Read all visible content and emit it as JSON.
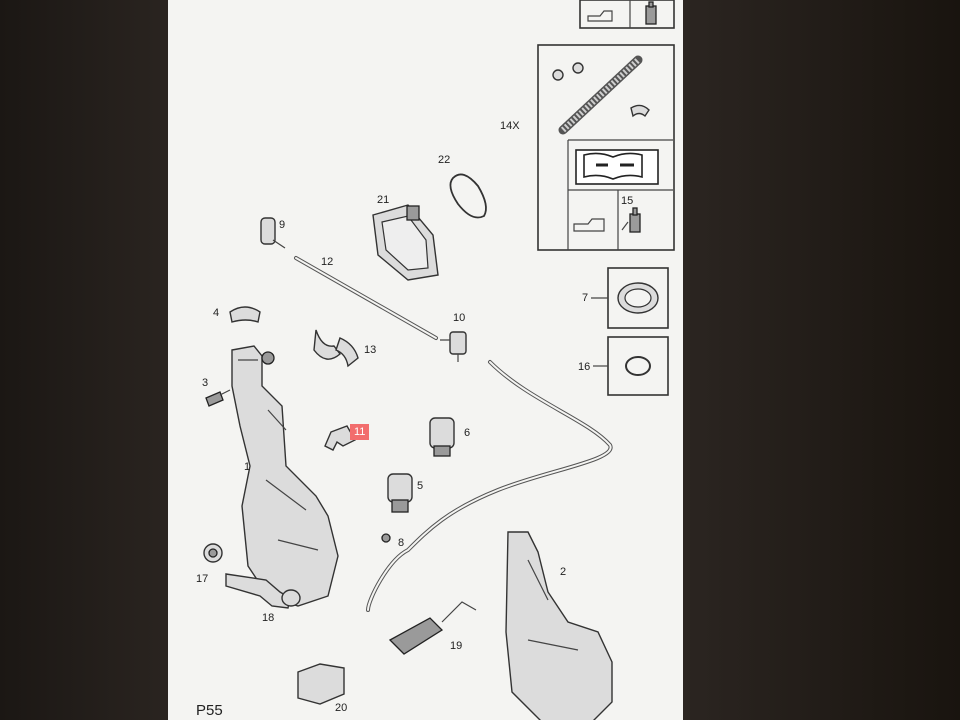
{
  "page_code": "P55",
  "highlight_color": "#f26d6d",
  "callouts": [
    {
      "key": "c1",
      "text": "1"
    },
    {
      "key": "c2",
      "text": "2"
    },
    {
      "key": "c3",
      "text": "3"
    },
    {
      "key": "c4",
      "text": "4"
    },
    {
      "key": "c5",
      "text": "5"
    },
    {
      "key": "c6",
      "text": "6"
    },
    {
      "key": "c7",
      "text": "7"
    },
    {
      "key": "c8",
      "text": "8"
    },
    {
      "key": "c9",
      "text": "9"
    },
    {
      "key": "c10",
      "text": "10"
    },
    {
      "key": "c11",
      "text": "11",
      "highlighted": true
    },
    {
      "key": "c12",
      "text": "12"
    },
    {
      "key": "c13",
      "text": "13"
    },
    {
      "key": "c14x",
      "text": "14X"
    },
    {
      "key": "c15",
      "text": "15"
    },
    {
      "key": "c16",
      "text": "16"
    },
    {
      "key": "c17",
      "text": "17"
    },
    {
      "key": "c18",
      "text": "18"
    },
    {
      "key": "c19",
      "text": "19"
    },
    {
      "key": "c20",
      "text": "20"
    },
    {
      "key": "c21",
      "text": "21"
    },
    {
      "key": "c22",
      "text": "22"
    }
  ],
  "icons": [
    "manual-book-icon",
    "oil-can-icon",
    "spray-bottle-icon",
    "hose-kit-icon"
  ]
}
